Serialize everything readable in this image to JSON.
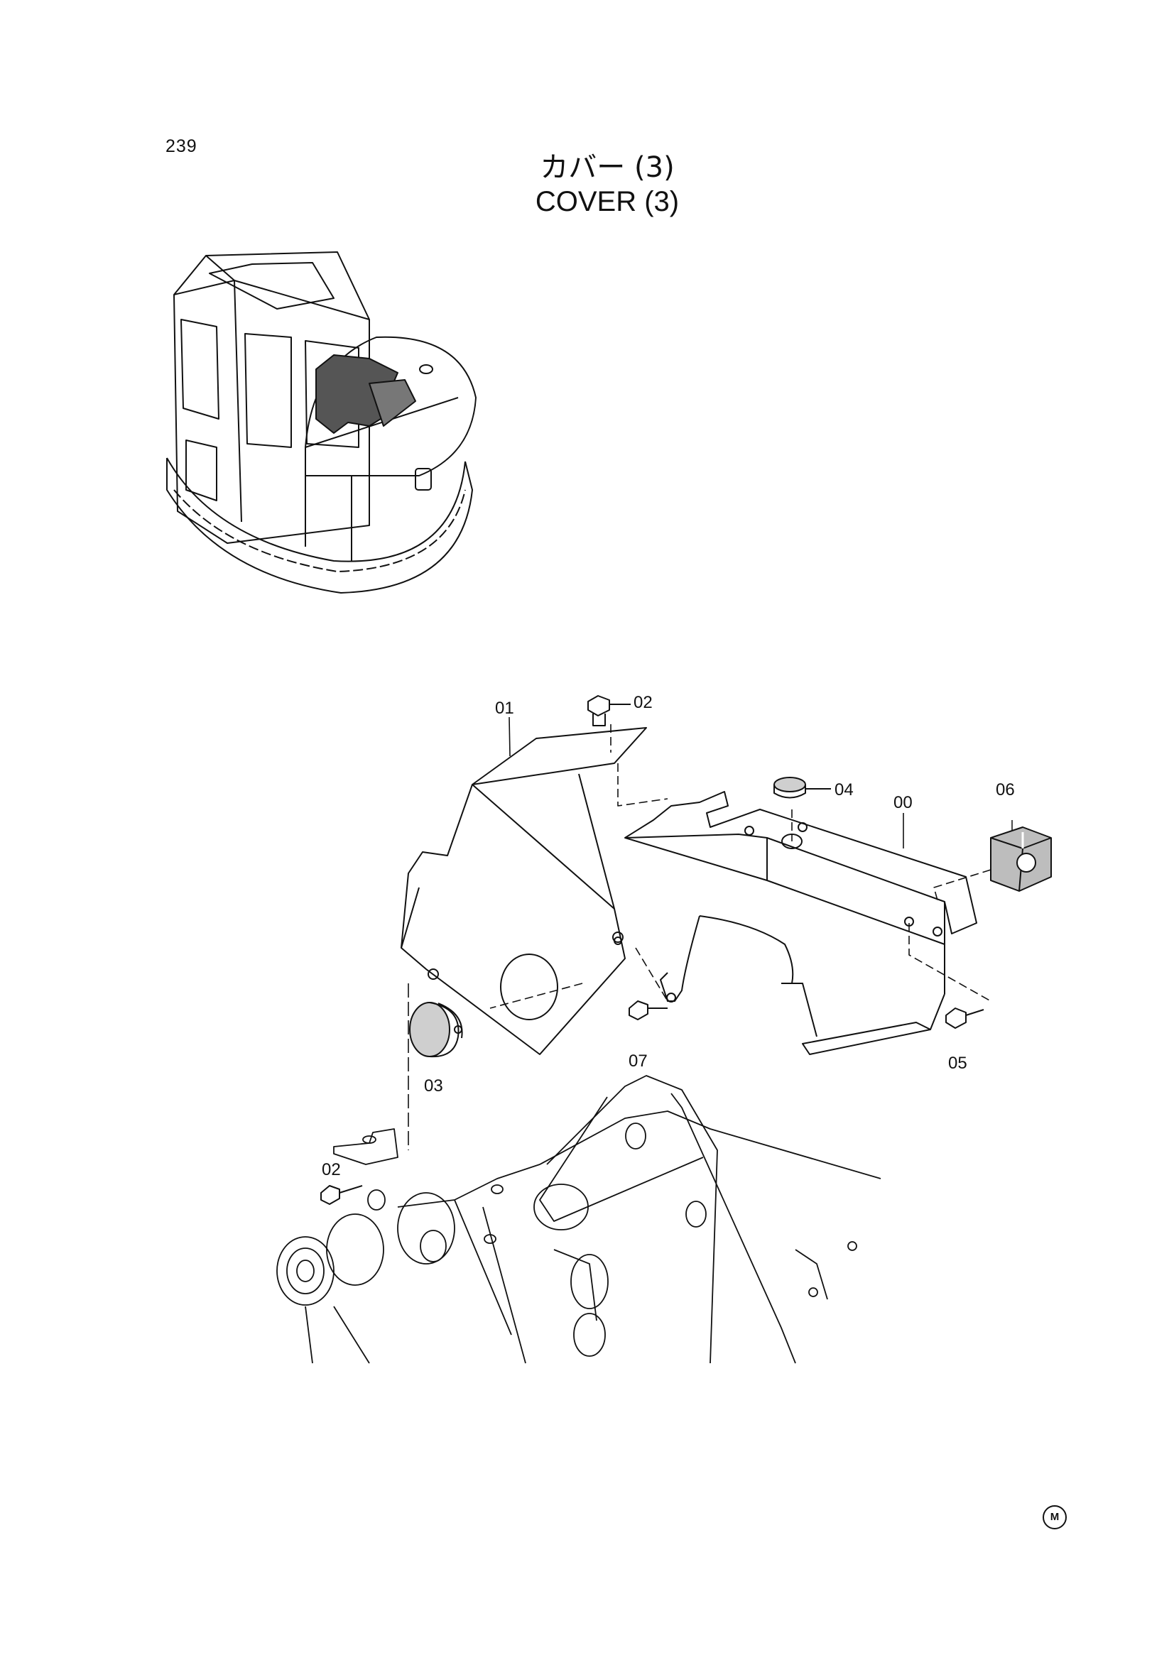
{
  "page": {
    "number": "239",
    "title_jp": "カバー (3)",
    "title_en": "COVER (3)",
    "corner_mark": "M"
  },
  "callouts": [
    {
      "id": "c01",
      "label": "01"
    },
    {
      "id": "c02a",
      "label": "02"
    },
    {
      "id": "c04",
      "label": "04"
    },
    {
      "id": "c00",
      "label": "00"
    },
    {
      "id": "c06",
      "label": "06"
    },
    {
      "id": "c07",
      "label": "07"
    },
    {
      "id": "c03",
      "label": "03"
    },
    {
      "id": "c05",
      "label": "05"
    },
    {
      "id": "c02b",
      "label": "02"
    }
  ],
  "colors": {
    "line": "#111111",
    "shade": "#555555",
    "light_fill": "#cfcfcf"
  }
}
